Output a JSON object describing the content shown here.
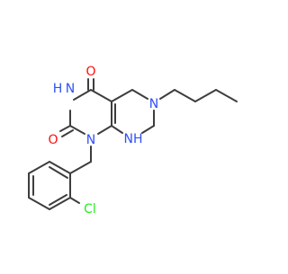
{
  "molecule": {
    "atom_labels": {
      "o4": "O",
      "n3": "N",
      "h3": "H",
      "o2": "O",
      "n1": "N",
      "n6": "N",
      "nh8": "NH",
      "cl": "Cl"
    }
  },
  "colors": {
    "bond": "#3d3d3d",
    "oxygen": "#ff0d0d",
    "nitrogen": "#3050f8",
    "chlorine": "#1ff01f",
    "background": "#ffffff"
  }
}
